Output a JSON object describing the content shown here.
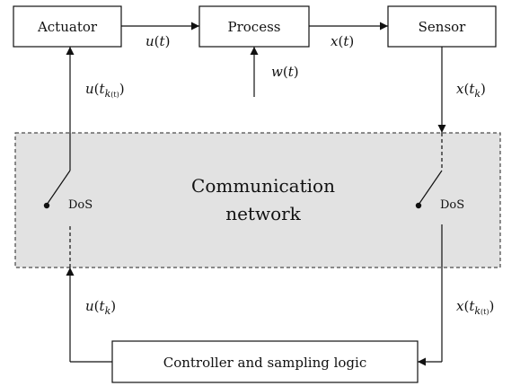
{
  "blocks": {
    "actuator": "Actuator",
    "process": "Process",
    "sensor": "Sensor",
    "controller": "Controller and sampling logic"
  },
  "network": {
    "line1": "Communication",
    "line2": "network",
    "fill_color": "#e2e2e2"
  },
  "switches": {
    "left_label": "DoS",
    "right_label": "DoS"
  },
  "signals": {
    "u_t": {
      "base": "u",
      "arg": "t"
    },
    "x_t": {
      "base": "x",
      "arg": "t"
    },
    "w_t": {
      "base": "w",
      "arg": "t"
    },
    "u_tkt": {
      "base": "u",
      "arg": "t",
      "sub": "k",
      "subsub": "(t)"
    },
    "x_tk": {
      "base": "x",
      "arg": "t",
      "sub": "k"
    },
    "u_tk": {
      "base": "u",
      "arg": "t",
      "sub": "k"
    },
    "x_tkt": {
      "base": "x",
      "arg": "t",
      "sub": "k",
      "subsub": "(t)"
    }
  }
}
